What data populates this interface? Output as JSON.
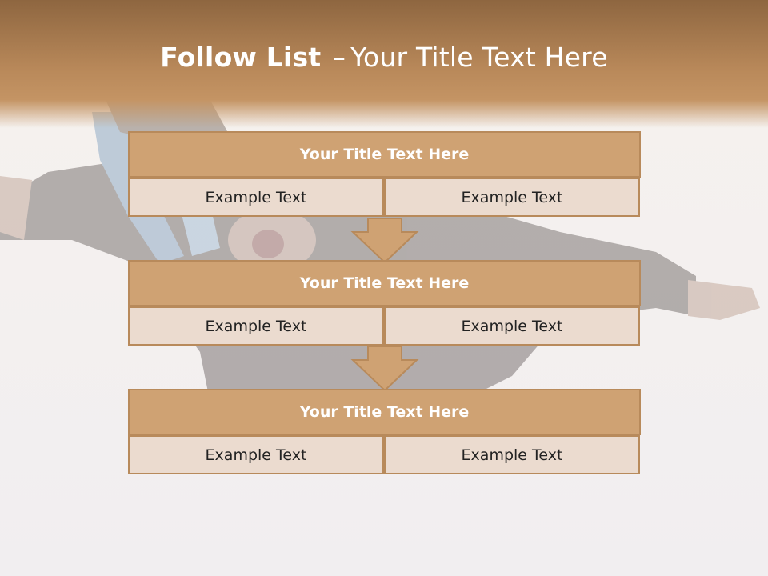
{
  "slide": {
    "title_bold": "Follow List",
    "title_dash": "–",
    "title_rest": "Your Title Text Here"
  },
  "blocks": [
    {
      "title": "Your Title Text Here",
      "cells": [
        "Example Text",
        "Example Text"
      ]
    },
    {
      "title": "Your Title Text Here",
      "cells": [
        "Example Text",
        "Example Text"
      ]
    },
    {
      "title": "Your Title Text Here",
      "cells": [
        "Example Text",
        "Example Text"
      ]
    }
  ],
  "colors": {
    "header_top": "#8e6640",
    "header_bottom": "#c49464",
    "block_title_fill": "#cfa273",
    "cell_fill": "#ebdbcf",
    "border": "#b88a5b"
  },
  "icons": [
    "down-arrow-icon",
    "down-arrow-icon"
  ]
}
